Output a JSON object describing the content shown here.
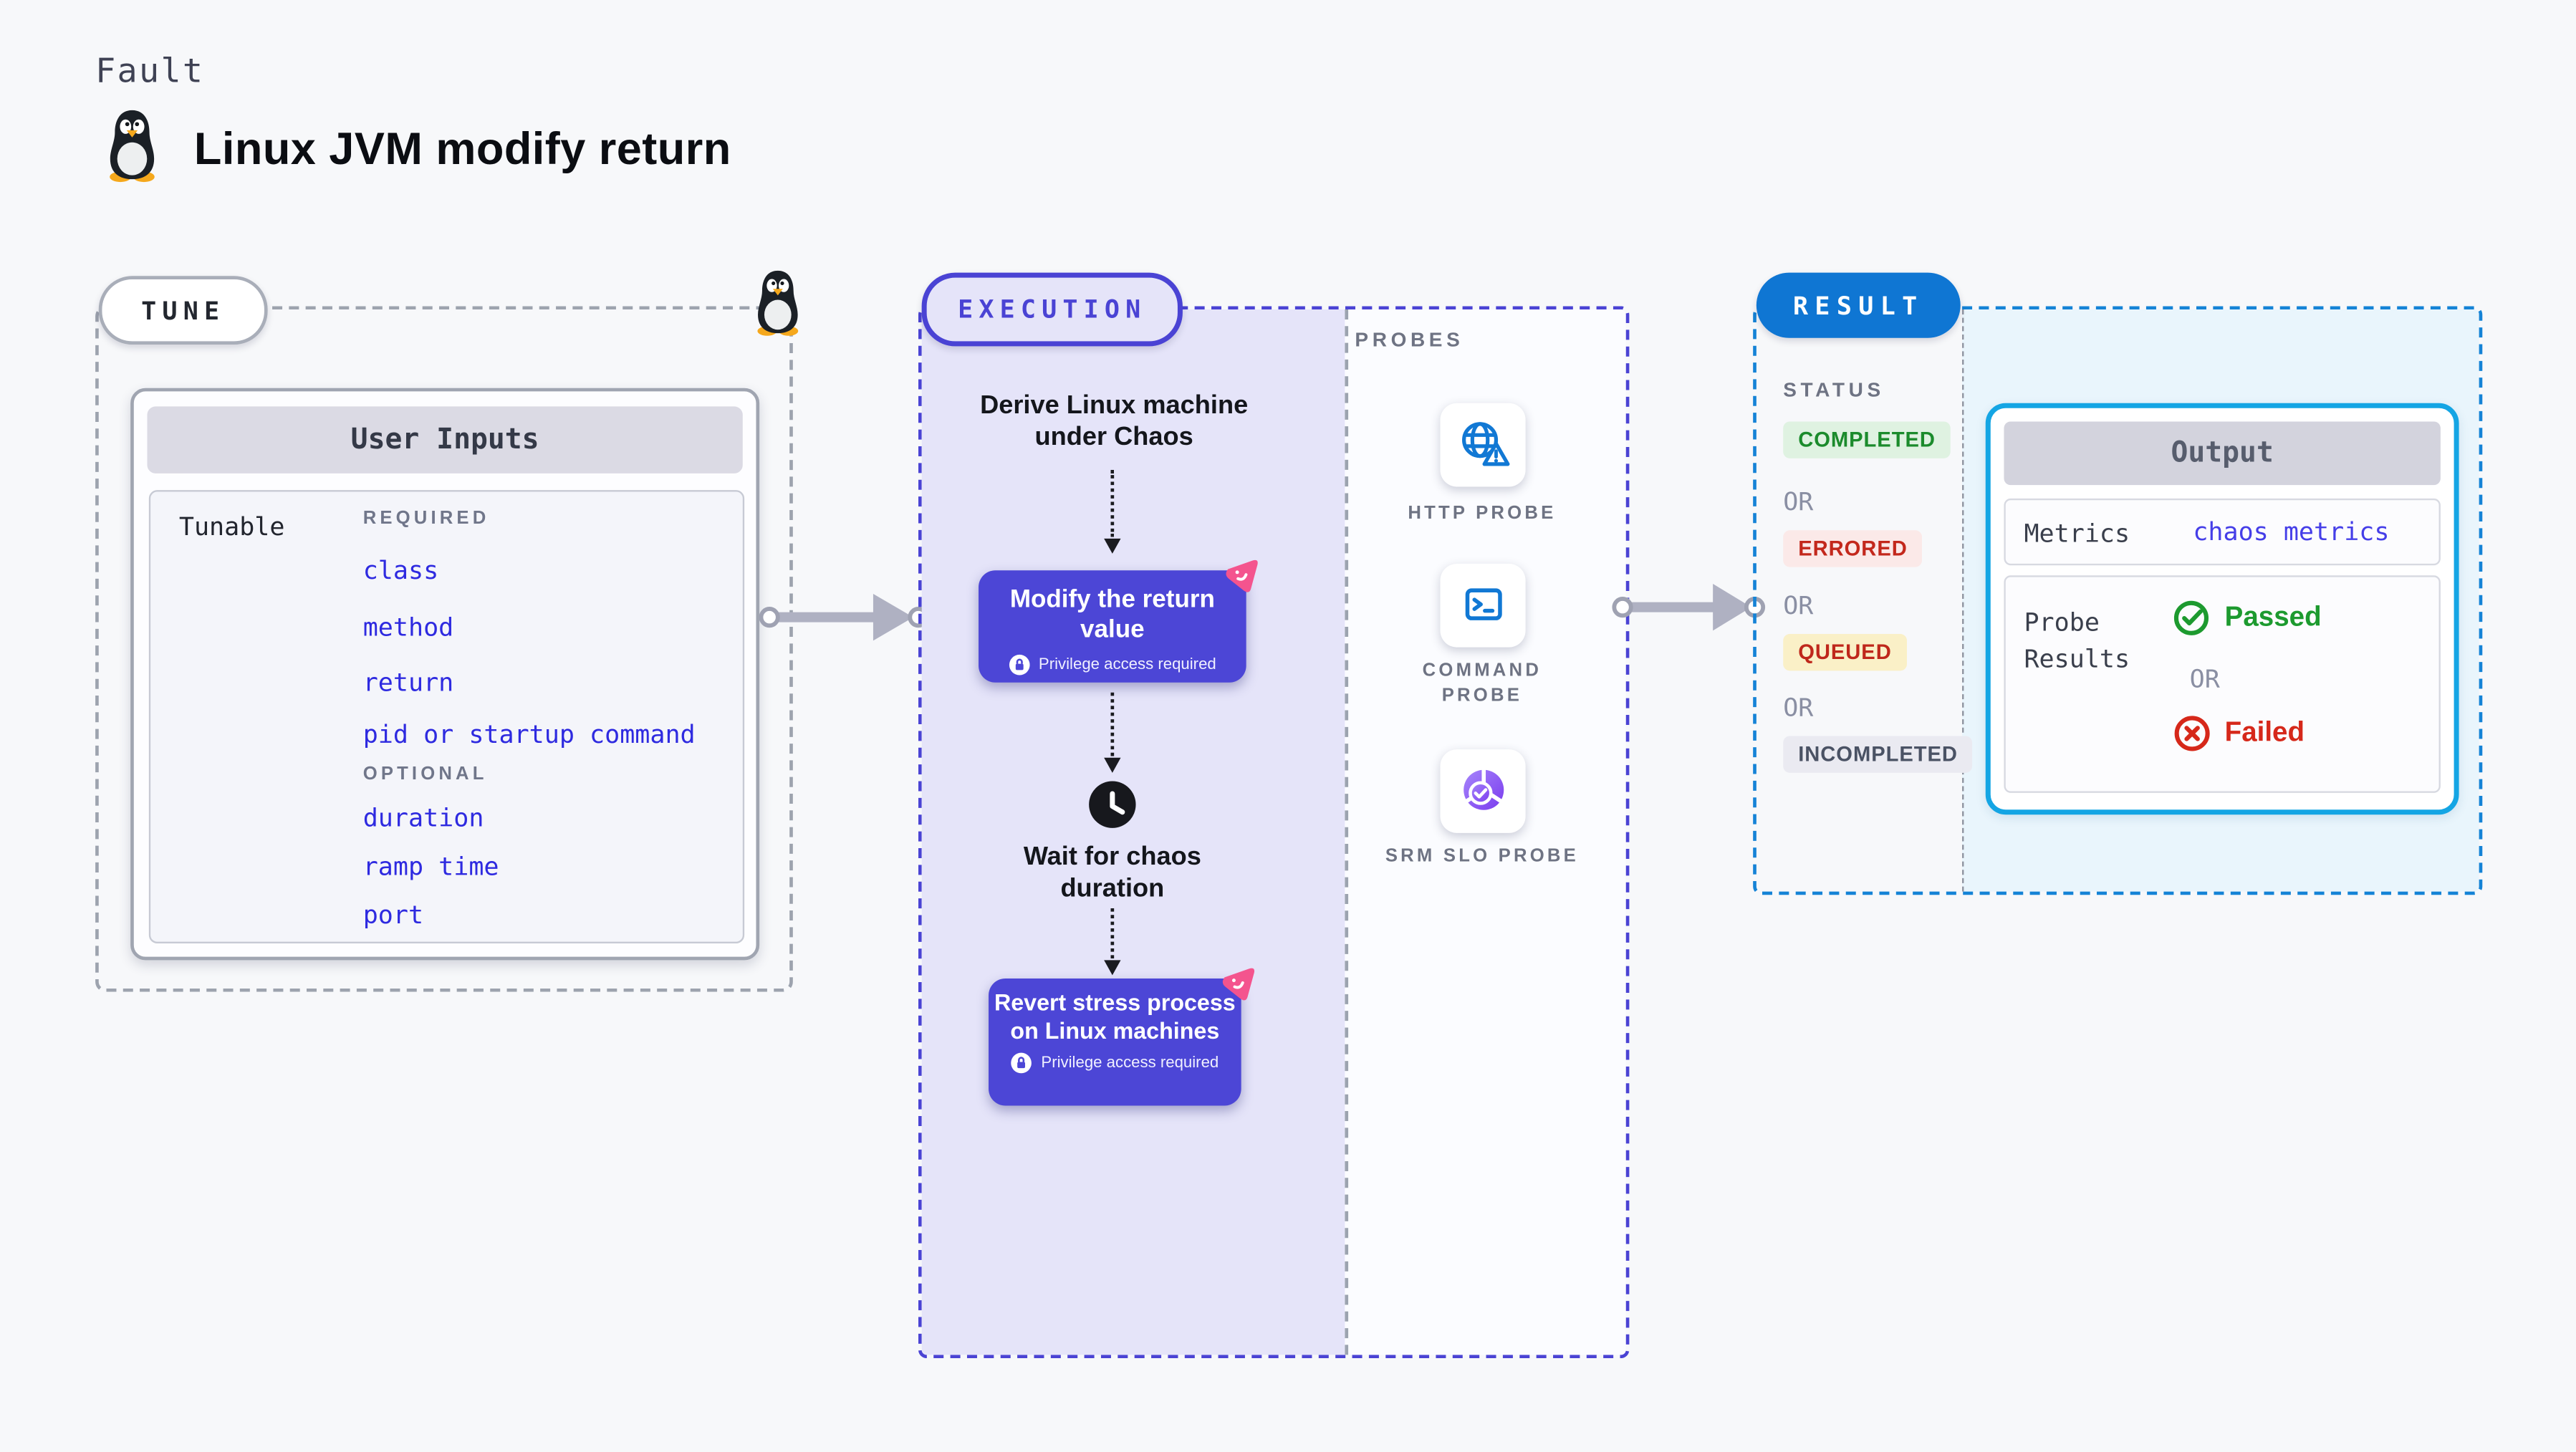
{
  "header": {
    "kicker": "Fault",
    "title": "Linux JVM modify return"
  },
  "tune": {
    "label": "TUNE",
    "card_title": "User Inputs",
    "row_label": "Tunable",
    "required_label": "REQUIRED",
    "required_items": [
      "class",
      "method",
      "return",
      "pid or startup command"
    ],
    "optional_label": "OPTIONAL",
    "optional_items": [
      "duration",
      "ramp time",
      "port"
    ]
  },
  "execution": {
    "label": "EXECUTION",
    "step1_title": "Derive Linux machine under Chaos",
    "node1_title": "Modify the return value",
    "node1_badge": "Privilege access required",
    "step2_title": "Wait for chaos duration",
    "node2_title": "Revert stress process on Linux machines",
    "node2_badge": "Privilege access required"
  },
  "probes": {
    "label": "PROBES",
    "items": [
      {
        "name": "HTTP PROBE",
        "icon": "globe-alert-icon"
      },
      {
        "name": "COMMAND PROBE",
        "icon": "terminal-icon"
      },
      {
        "name": "SRM SLO PROBE",
        "icon": "slo-gauge-icon"
      }
    ]
  },
  "result": {
    "label": "RESULT",
    "status_label": "STATUS",
    "or_label": "OR",
    "statuses": [
      {
        "text": "COMPLETED",
        "type": "completed"
      },
      {
        "text": "ERRORED",
        "type": "errored"
      },
      {
        "text": "QUEUED",
        "type": "queued"
      },
      {
        "text": "INCOMPLETED",
        "type": "incompleted"
      }
    ],
    "output": {
      "title": "Output",
      "metrics_label": "Metrics",
      "metrics_value": "chaos metrics",
      "probe_results_label": "Probe Results",
      "passed_label": "Passed",
      "or_label": "OR",
      "failed_label": "Failed"
    }
  },
  "colors": {
    "accent_purple": "#4A43D4",
    "node_purple": "#4C46D6",
    "result_blue": "#0F76D3",
    "output_border_cyan": "#14A5E4",
    "link_blue": "#2E2AE0",
    "litmus_pink": "#F4548E",
    "probe_icon_blue": "#1178D4",
    "passed_green": "#1D9A2F",
    "failed_red": "#D6281A",
    "completed_green": "#1B8B2C",
    "errored_red": "#C3281C",
    "queued_red": "#BF271B",
    "lavender_fill": "#E5E4F9",
    "result_fill": "#E9F5FC"
  }
}
